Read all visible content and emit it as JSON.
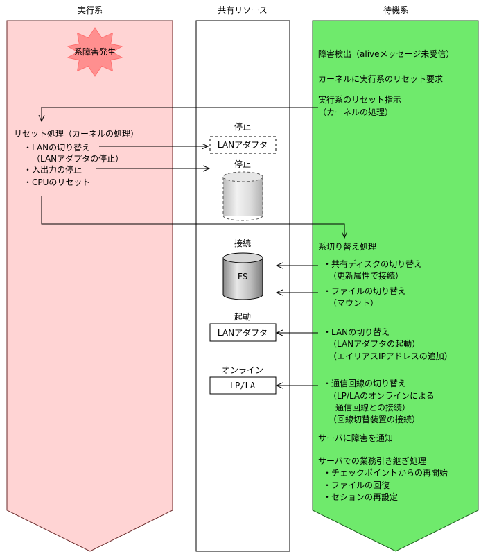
{
  "columns": {
    "active": "実行系",
    "shared": "共有リソース",
    "standby": "待機系"
  },
  "active": {
    "burst": "系障害発生",
    "reset_title": "リセット処理（カーネルの処理）",
    "reset_items": [
      "・LANの切り替え",
      "（LANアダプタの停止）",
      "・入出力の停止",
      "・CPUのリセット"
    ]
  },
  "shared": {
    "lan_stop_label": "停止",
    "lan_adapter_1": "LANアダプタ",
    "disk_stop_label": "停止",
    "disk_connect_label": "接続",
    "fs_label": "FS",
    "lan_start_label": "起動",
    "lan_adapter_2": "LANアダプタ",
    "online_label": "オンライン",
    "lpla_box": "LP/LA"
  },
  "standby": {
    "detect": "障害検出（aliveメッセージ未受信）",
    "kernel_reset_request": "カーネルに実行系のリセット要求",
    "reset_instruction": "実行系のリセット指示",
    "reset_instruction_sub": "（カーネルの処理）",
    "switch_title": "系切り替え処理",
    "disk_switch": "・共有ディスクの切り替え",
    "disk_switch_sub": "（更新属性で接続）",
    "file_switch": "・ファイルの切り替え",
    "file_switch_sub": "（マウント）",
    "lan_switch": "・LANの切り替え",
    "lan_switch_sub1": "（LANアダプタの起動）",
    "lan_switch_sub2": "（エイリアスIPアドレスの追加）",
    "comm_switch": "・通信回線の切り替え",
    "comm_switch_sub1": "（LP/LAのオンラインによる",
    "comm_switch_sub2": "通信回線との接続）",
    "comm_switch_sub3": "（回線切替装置の接続）",
    "notify": "サーバに障害を通知",
    "takeover_title": "サーバでの業務引き継ぎ処理",
    "takeover_items": [
      "・チェックポイントからの再開始",
      "・ファイルの回復",
      "・セションの再設定"
    ]
  },
  "colors": {
    "active_fill": "#FFD4D4",
    "active_stroke": "#6A2A2A",
    "standby_fill": "#6FEA6C",
    "standby_stroke": "#1E5A1E",
    "burst_fill": "#FF8F8F",
    "burst_stroke": "#FF7070"
  }
}
